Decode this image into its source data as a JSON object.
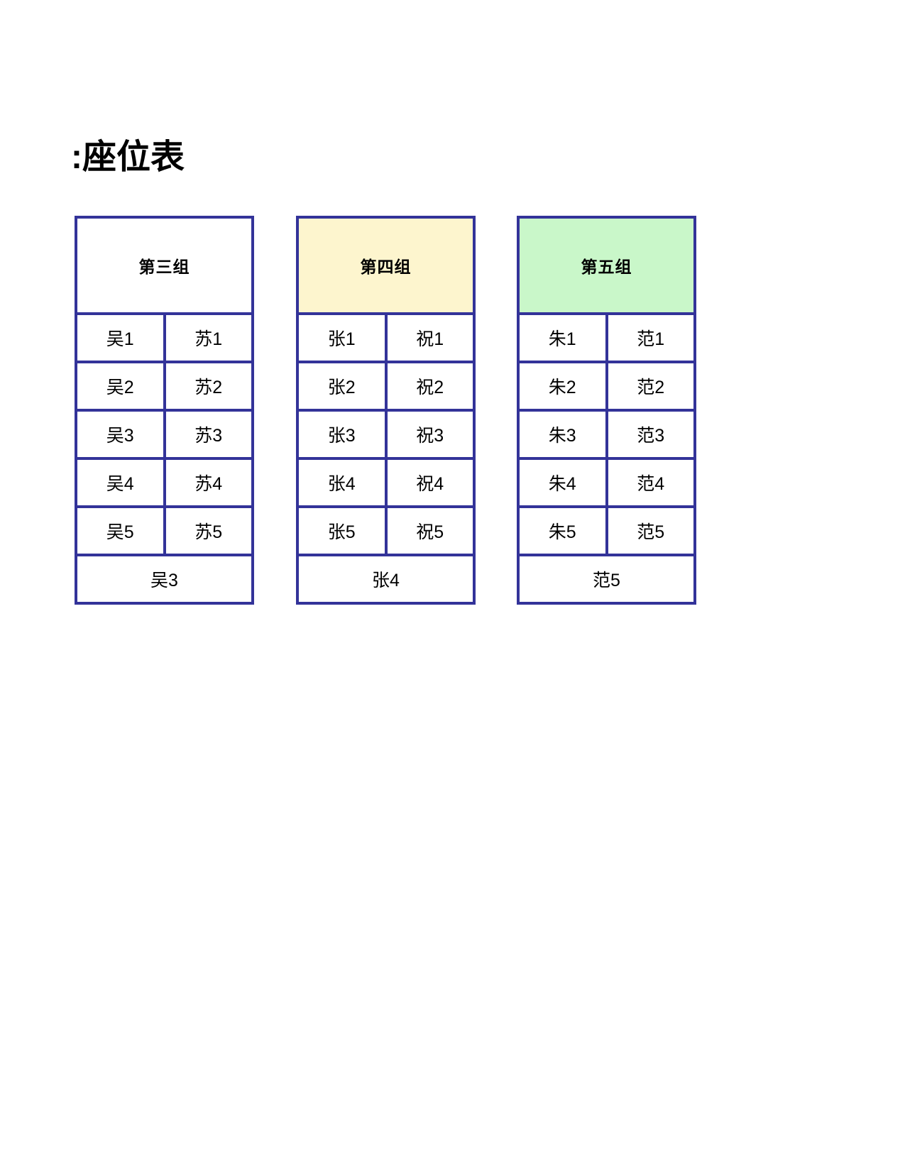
{
  "document": {
    "title": ":座位表",
    "border_color": "#333399",
    "background": "#ffffff"
  },
  "groups": [
    {
      "id": "group-3",
      "header": "第三组",
      "header_bg": "#ffffff",
      "header_color": "#1f7a4d",
      "header_style": "hdr-white",
      "rows": [
        [
          "吴1",
          "苏1"
        ],
        [
          "吴2",
          "苏2"
        ],
        [
          "吴3",
          "苏3"
        ],
        [
          "吴4",
          "苏4"
        ],
        [
          "吴5",
          "苏5"
        ]
      ],
      "footer": "吴3"
    },
    {
      "id": "group-4",
      "header": "第四组",
      "header_bg": "#fdf5ce",
      "header_color": "#993300",
      "header_style": "hdr-yellow",
      "rows": [
        [
          "张1",
          "祝1"
        ],
        [
          "张2",
          "祝2"
        ],
        [
          "张3",
          "祝3"
        ],
        [
          "张4",
          "祝4"
        ],
        [
          "张5",
          "祝5"
        ]
      ],
      "footer": "张4"
    },
    {
      "id": "group-5",
      "header": "第五组",
      "header_bg": "#c9f7c9",
      "header_color": "#7b1fa2",
      "header_style": "hdr-green",
      "rows": [
        [
          "朱1",
          "范1"
        ],
        [
          "朱2",
          "范2"
        ],
        [
          "朱3",
          "范3"
        ],
        [
          "朱4",
          "范4"
        ],
        [
          "朱5",
          "范5"
        ]
      ],
      "footer": "范5"
    }
  ]
}
